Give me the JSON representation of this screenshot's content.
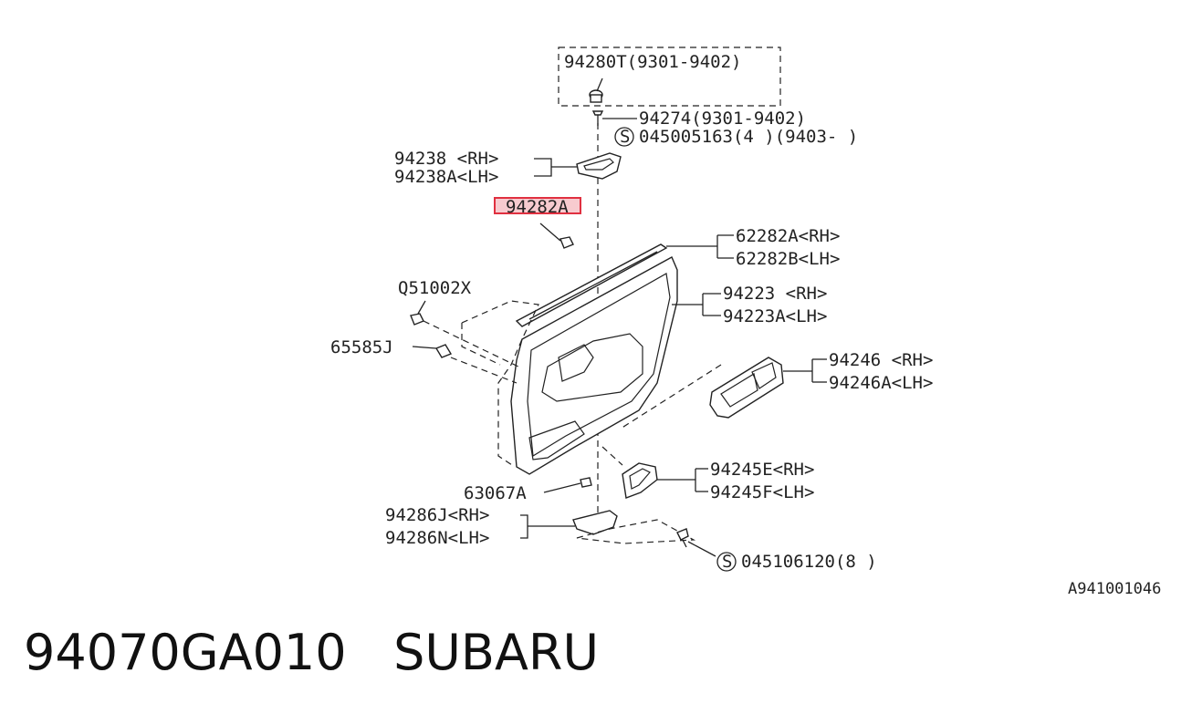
{
  "labels": {
    "l94280T": "94280T(9301-9402)",
    "l94274": "94274(9301-9402)",
    "l045005163": "045005163(4 )(9403-       )",
    "l94238": "94238 <RH>",
    "l94238A": "94238A<LH>",
    "l94282A": "94282A",
    "l62282A": "62282A<RH>",
    "l62282B": "62282B<LH>",
    "lQ51002X": "Q51002X",
    "l94223": "94223 <RH>",
    "l94223A": "94223A<LH>",
    "l65585J": "65585J",
    "l94246": "94246 <RH>",
    "l94246A": "94246A<LH>",
    "l94245E": "94245E<RH>",
    "l94245F": "94245F<LH>",
    "l63067A": "63067A",
    "l94286J": "94286J<RH>",
    "l94286N": "94286N<LH>",
    "l045106120": "045106120(8 )",
    "s1": "S",
    "s2": "S"
  },
  "highlight_color": "#e03040",
  "reference_code": "A941001046",
  "caption": "94070GA010   SUBARU"
}
